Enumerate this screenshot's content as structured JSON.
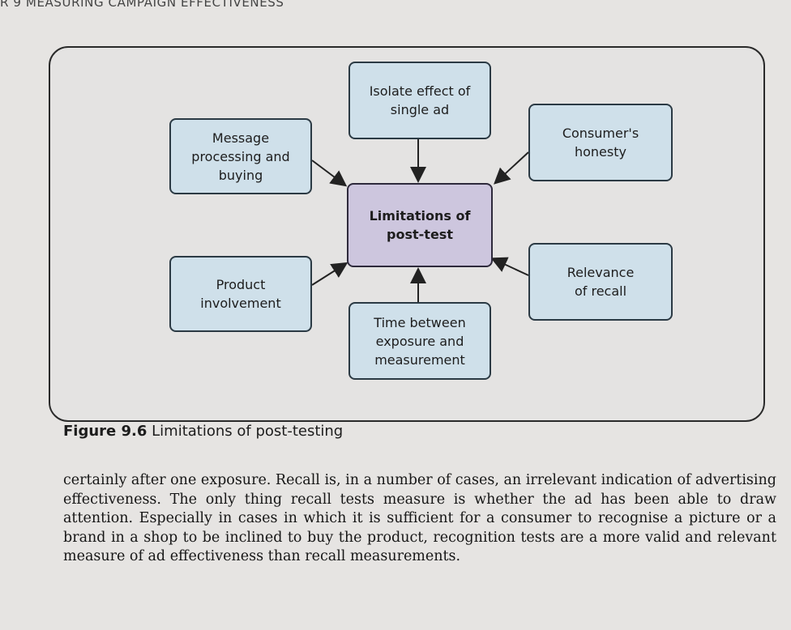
{
  "running_head": "R 9  MEASURING CAMPAIGN EFFECTIVENESS",
  "diagram": {
    "center": "Limitations of\npost-test",
    "top": "Isolate effect of\nsingle ad",
    "top_left": "Message\nprocessing and\nbuying",
    "top_right": "Consumer's\nhonesty",
    "bottom_left": "Product\ninvolvement",
    "bottom_right": "Relevance\nof recall",
    "bottom": "Time between\nexposure and\nmeasurement"
  },
  "caption": {
    "label": "Figure 9.6",
    "text": "Limitations of post-testing"
  },
  "body_text": "certainly after one exposure. Recall is, in a number of cases, an irrelevant indication of advertising effectiveness. The only thing recall tests measure is whether the ad has been able to draw attention. Especially in cases in which it is sufficient for a consumer to recognise a picture or a brand in a shop to be inclined to buy the product, recognition tests are a more valid and relevant measure of ad effectiveness than recall measurements.",
  "colors": {
    "box_fill": "#cfe0ea",
    "center_fill": "#cdc6de",
    "frame_stroke": "#2a2a2a"
  }
}
